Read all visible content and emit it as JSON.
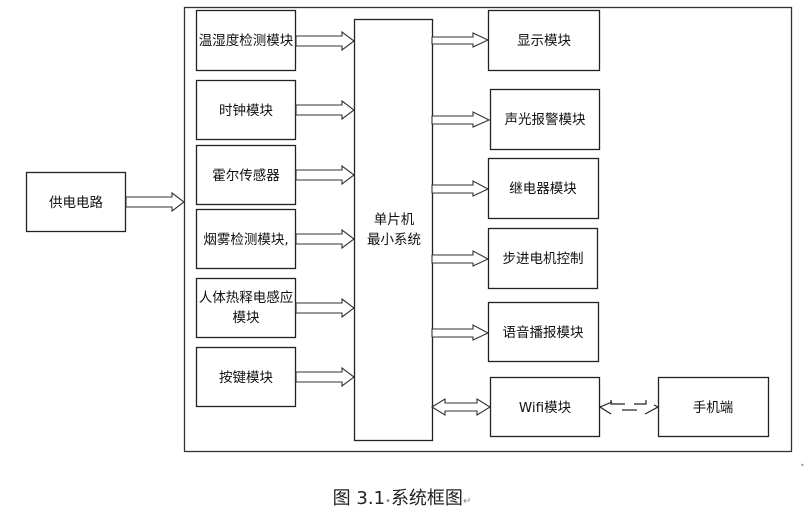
{
  "figure": {
    "caption_prefix": "图 3.1",
    "caption_sep": "•",
    "caption_text": "系统框图",
    "para_mark": "↵"
  },
  "power": {
    "label": "供电电路"
  },
  "mcu": {
    "line1": "单片机",
    "line2": "最小系统"
  },
  "inputs": [
    {
      "id": "temp-humidity",
      "lines": [
        "温湿度检测模块"
      ]
    },
    {
      "id": "clock",
      "lines": [
        "时钟模块"
      ]
    },
    {
      "id": "hall-sensor",
      "lines": [
        "霍尔传感器"
      ]
    },
    {
      "id": "smoke",
      "lines": [
        "烟雾检测模块,"
      ]
    },
    {
      "id": "pir",
      "lines": [
        "人体热释电感应",
        "模块"
      ]
    },
    {
      "id": "keys",
      "lines": [
        "按键模块"
      ]
    }
  ],
  "outputs": [
    {
      "id": "display",
      "label": "显示模块"
    },
    {
      "id": "alarm",
      "label": "声光报警模块"
    },
    {
      "id": "relay",
      "label": "继电器模块"
    },
    {
      "id": "stepper",
      "label": "步进电机控制"
    },
    {
      "id": "voice",
      "label": "语音播报模块"
    },
    {
      "id": "wifi",
      "label": "Wifi模块"
    }
  ],
  "phone": {
    "label": "手机端"
  }
}
